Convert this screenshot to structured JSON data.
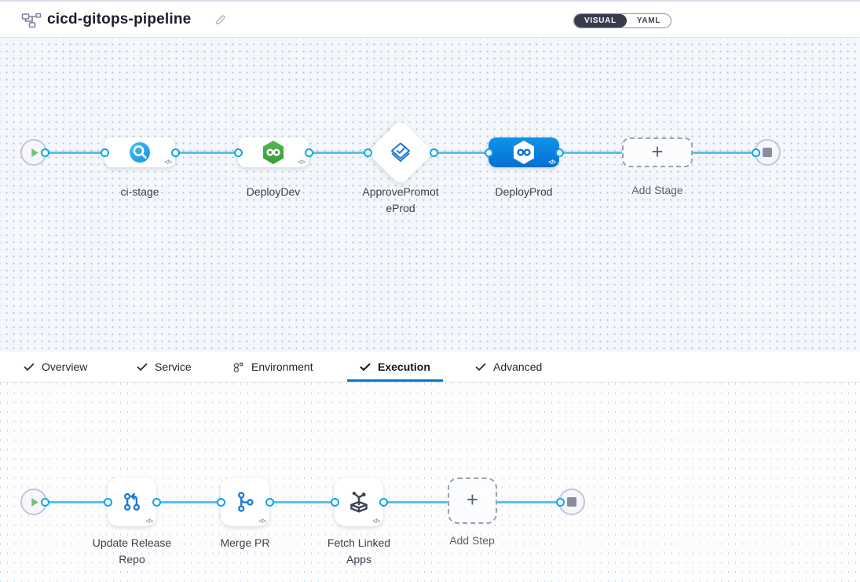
{
  "header": {
    "title": "cicd-gitops-pipeline",
    "view_toggle": {
      "options": [
        "VISUAL",
        "YAML"
      ],
      "selected": "VISUAL"
    }
  },
  "stage_pipeline": {
    "stages": [
      {
        "label": "ci-stage",
        "type": "ci",
        "selected": false
      },
      {
        "label": "DeployDev",
        "type": "deployment",
        "selected": false
      },
      {
        "label": "ApprovePromoteProd",
        "type": "approval",
        "selected": false
      },
      {
        "label": "DeployProd",
        "type": "deployment",
        "selected": true
      }
    ],
    "add_stage_label": "Add Stage"
  },
  "tabs": {
    "items": [
      {
        "label": "Overview",
        "icon": "check",
        "active": false
      },
      {
        "label": "Service",
        "icon": "check",
        "active": false
      },
      {
        "label": "Environment",
        "icon": "environment",
        "active": false
      },
      {
        "label": "Execution",
        "icon": "check",
        "active": true
      },
      {
        "label": "Advanced",
        "icon": "check",
        "active": false
      }
    ]
  },
  "execution": {
    "steps": [
      {
        "label": "Update Release Repo",
        "type": "update-release-repo"
      },
      {
        "label": "Merge PR",
        "type": "merge-pr"
      },
      {
        "label": "Fetch Linked Apps",
        "type": "fetch-linked-apps"
      }
    ],
    "add_step_label": "Add Step"
  },
  "icons": {
    "code": "</>",
    "plus": "+"
  },
  "colors": {
    "accent_blue": "#0278d5",
    "selected_stage_blue": "#0584dd",
    "connector_line": "#57c1ee",
    "connector_port_ring": "#0ea6e8",
    "ci_icon_blue": "#1d9ce8",
    "cd_icon_green": "#43a83f",
    "approval_icon_blue": "#1b7ad4",
    "toggle_dark": "#373d4d"
  }
}
